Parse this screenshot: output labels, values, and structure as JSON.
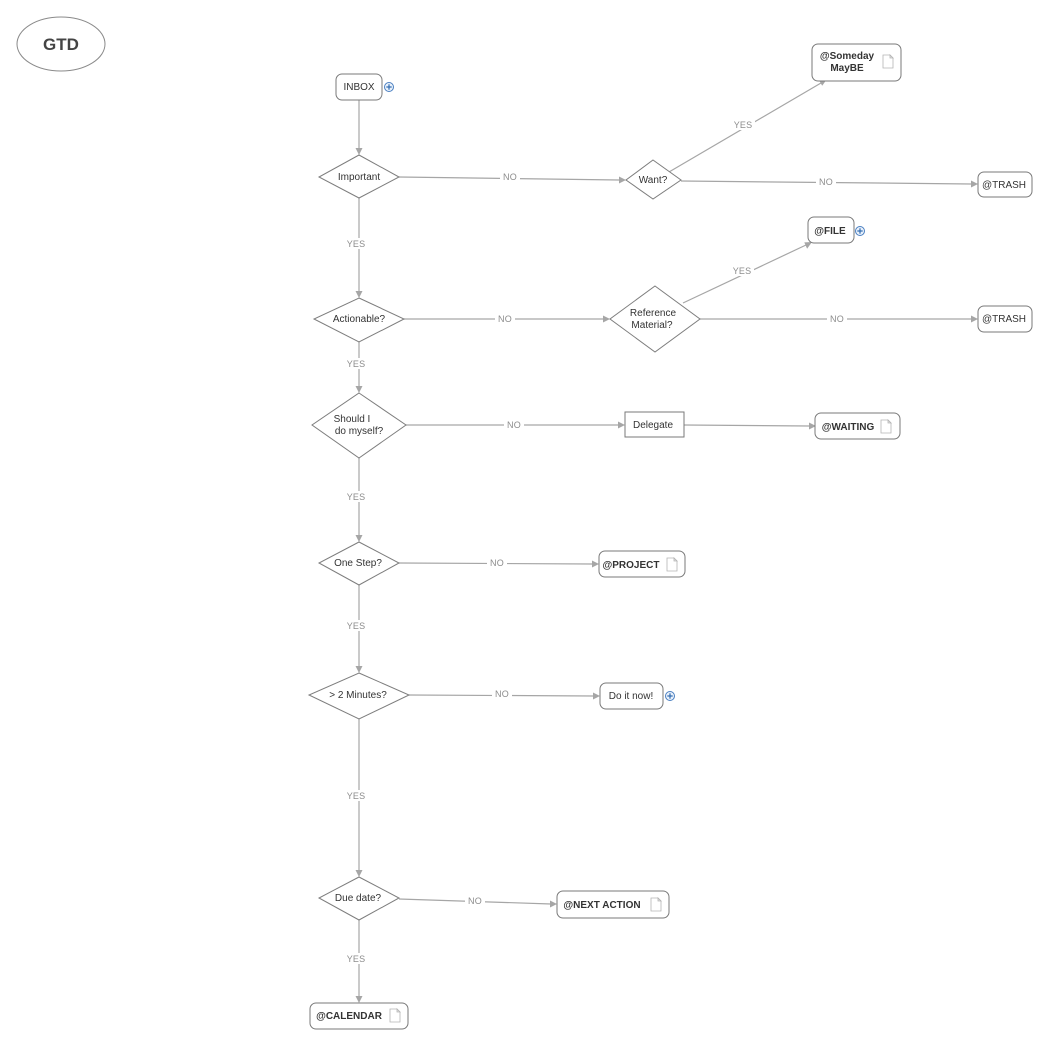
{
  "title": "GTD",
  "nodes": {
    "inbox": {
      "label": "INBOX",
      "expand_icon": "plus-circle-icon"
    },
    "important": {
      "label": "Important"
    },
    "want": {
      "label": "Want?"
    },
    "someday_maybe": {
      "lines": [
        "@Someday",
        "MayBE"
      ],
      "note_icon": "document-icon"
    },
    "trash_1": {
      "label": "@TRASH"
    },
    "file": {
      "label": "@FILE",
      "expand_icon": "plus-circle-icon"
    },
    "actionable": {
      "label": "Actionable?"
    },
    "reference_material": {
      "lines": [
        "Reference",
        "Material?"
      ]
    },
    "trash_2": {
      "label": "@TRASH"
    },
    "should_i": {
      "lines": [
        "Should I",
        "do myself?"
      ]
    },
    "delegate": {
      "label": "Delegate"
    },
    "waiting": {
      "label": "@WAITING",
      "note_icon": "document-icon"
    },
    "one_step": {
      "label": "One Step?"
    },
    "project": {
      "label": "@PROJECT",
      "note_icon": "document-icon"
    },
    "two_minutes": {
      "label": "> 2 Minutes?"
    },
    "do_it_now": {
      "label": "Do it now!",
      "expand_icon": "plus-circle-icon"
    },
    "due_date": {
      "label": "Due date?"
    },
    "next_action": {
      "label": "@NEXT ACTION",
      "note_icon": "document-icon"
    },
    "calendar": {
      "label": "@CALENDAR",
      "note_icon": "document-icon"
    }
  },
  "edges": [
    {
      "from": "inbox",
      "to": "important",
      "label": ""
    },
    {
      "from": "important",
      "to": "want",
      "label": "NO"
    },
    {
      "from": "want",
      "to": "someday_maybe",
      "label": "YES"
    },
    {
      "from": "want",
      "to": "trash_1",
      "label": "NO"
    },
    {
      "from": "important",
      "to": "actionable",
      "label": "YES"
    },
    {
      "from": "actionable",
      "to": "reference_material",
      "label": "NO"
    },
    {
      "from": "reference_material",
      "to": "file",
      "label": "YES"
    },
    {
      "from": "reference_material",
      "to": "trash_2",
      "label": "NO"
    },
    {
      "from": "actionable",
      "to": "should_i",
      "label": "YES"
    },
    {
      "from": "should_i",
      "to": "delegate",
      "label": "NO"
    },
    {
      "from": "delegate",
      "to": "waiting",
      "label": ""
    },
    {
      "from": "should_i",
      "to": "one_step",
      "label": "YES"
    },
    {
      "from": "one_step",
      "to": "project",
      "label": "NO"
    },
    {
      "from": "one_step",
      "to": "two_minutes",
      "label": "YES"
    },
    {
      "from": "two_minutes",
      "to": "do_it_now",
      "label": "NO"
    },
    {
      "from": "two_minutes",
      "to": "due_date",
      "label": "YES"
    },
    {
      "from": "due_date",
      "to": "next_action",
      "label": "NO"
    },
    {
      "from": "due_date",
      "to": "calendar",
      "label": "YES"
    }
  ]
}
